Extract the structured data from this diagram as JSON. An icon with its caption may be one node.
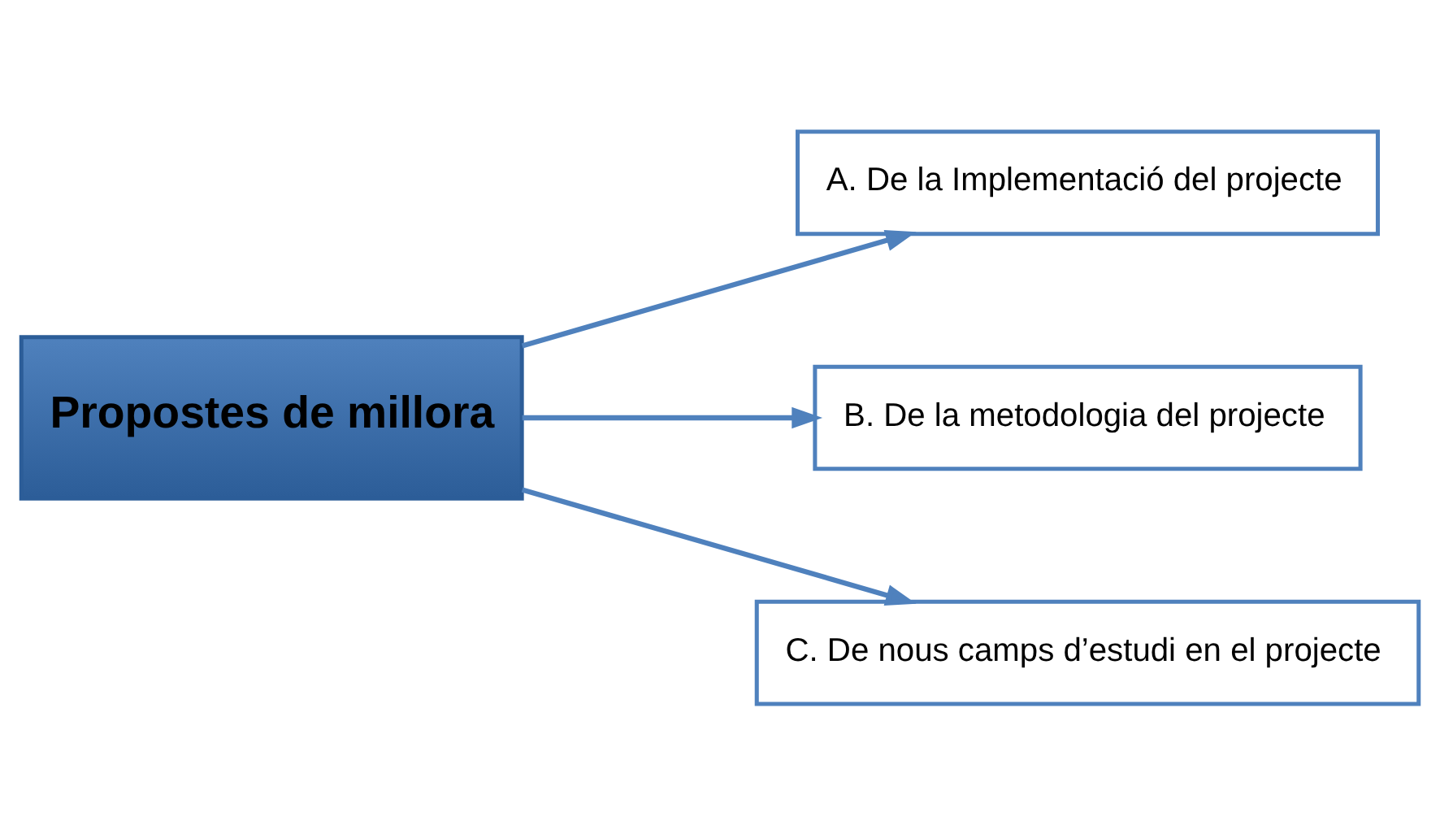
{
  "diagram": {
    "nodes": [
      {
        "text": [
          "Propostes de millora"
        ]
      },
      {
        "text": [
          "A. De la Implementació del projecte"
        ]
      },
      {
        "text": [
          "B. De la metodologia del projecte"
        ]
      },
      {
        "text": [
          "C. De nous camps d’estudi en el projecte"
        ]
      }
    ],
    "edges": [
      {
        "from": 0,
        "to": 1,
        "arrow": "to"
      },
      {
        "from": 0,
        "to": 2,
        "arrow": "to"
      },
      {
        "from": 0,
        "to": 3,
        "arrow": "to"
      }
    ]
  }
}
